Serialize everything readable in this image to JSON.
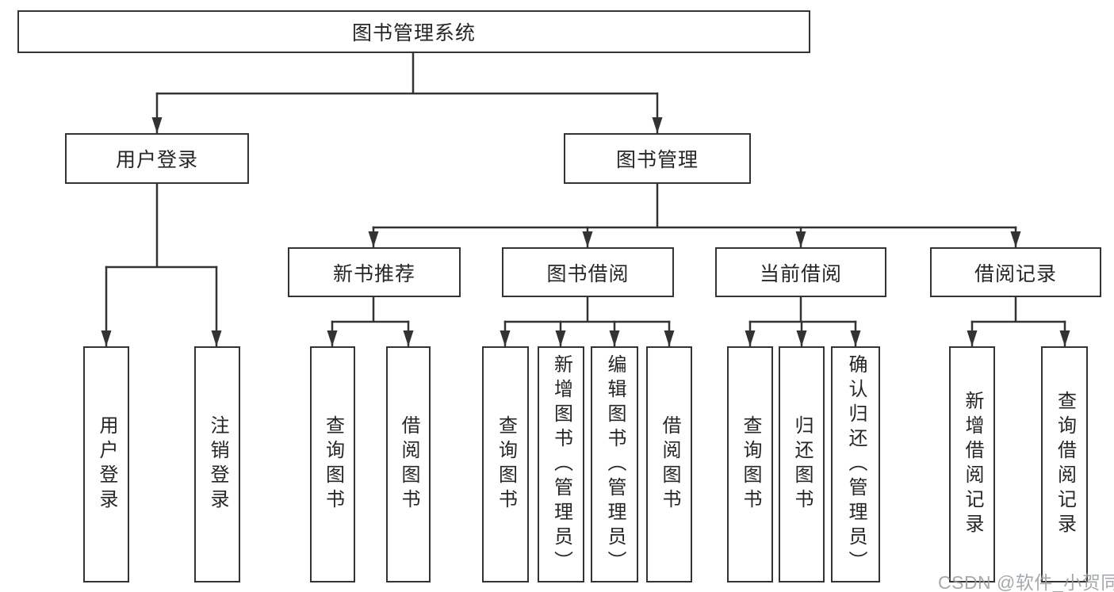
{
  "diagram_type": "function-structure-tree",
  "tree": {
    "label": "图书管理系统",
    "children": [
      {
        "label": "用户登录",
        "children": [
          {
            "label": "用户登录"
          },
          {
            "label": "注销登录"
          }
        ]
      },
      {
        "label": "图书管理",
        "children": [
          {
            "label": "新书推荐",
            "children": [
              {
                "label": "查询图书"
              },
              {
                "label": "借阅图书"
              }
            ]
          },
          {
            "label": "图书借阅",
            "children": [
              {
                "label": "查询图书"
              },
              {
                "label": "新增图书（管理员）"
              },
              {
                "label": "编辑图书（管理员）"
              },
              {
                "label": "借阅图书"
              }
            ]
          },
          {
            "label": "当前借阅",
            "children": [
              {
                "label": "查询图书"
              },
              {
                "label": "归还图书"
              },
              {
                "label": "确认归还（管理员）"
              }
            ]
          },
          {
            "label": "借阅记录",
            "children": [
              {
                "label": "新增借阅记录"
              },
              {
                "label": "查询借阅记录"
              }
            ]
          }
        ]
      }
    ]
  },
  "watermark": "CSDN @软件_小贺同学",
  "colors": {
    "line": "#333333",
    "box_border": "#333333",
    "text": "#262626",
    "background": "#ffffff",
    "watermark": "#949aa0"
  }
}
